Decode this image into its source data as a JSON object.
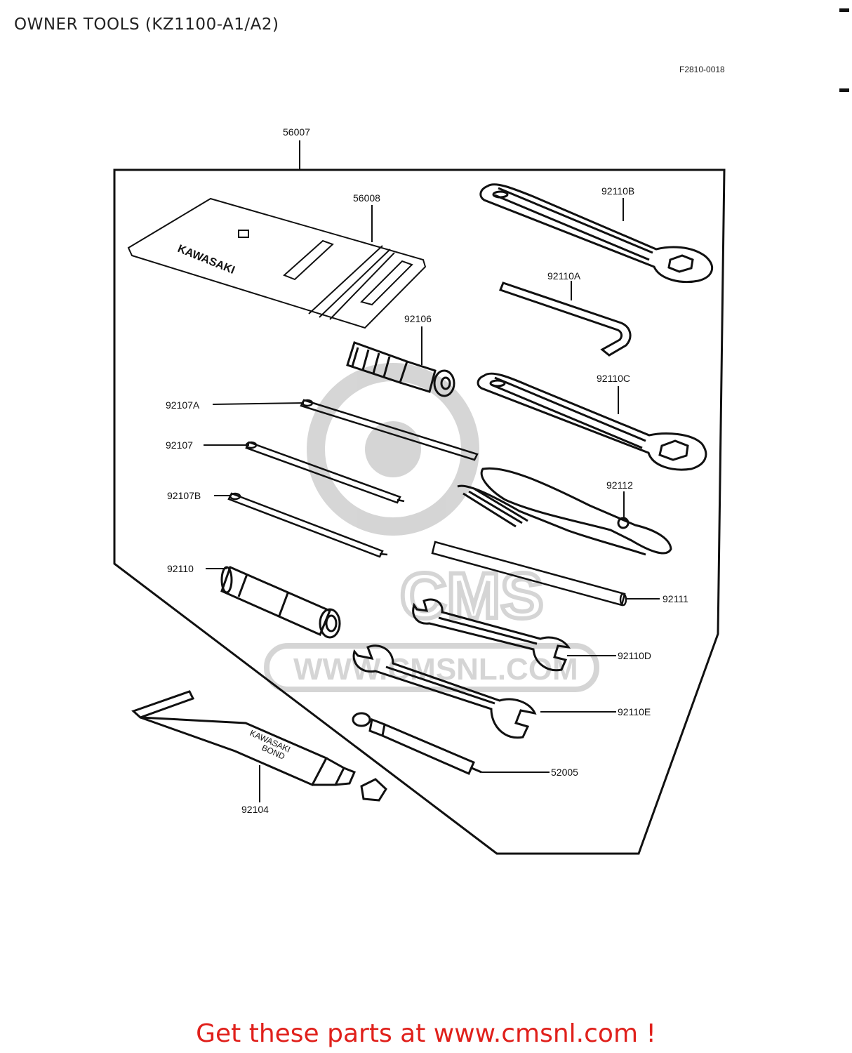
{
  "page": {
    "title": "OWNER TOOLS (KZ1100-A1/A2)",
    "figure_code": "F2810-0018",
    "footer_link": "Get these parts at www.cmsnl.com !",
    "footer_color": "#e0201b"
  },
  "watermark": {
    "lines": [
      "CMS",
      "WWW.CMSNL.COM"
    ]
  },
  "artwork_text": {
    "pouch_brand": "KAWASAKI",
    "tube_label": [
      "KAWASAKI",
      "BOND"
    ]
  },
  "parts": {
    "p56007": "56007",
    "p56008": "56008",
    "p92110B": "92110B",
    "p92110A": "92110A",
    "p92106": "92106",
    "p92110C": "92110C",
    "p92107A": "92107A",
    "p92107": "92107",
    "p92107B": "92107B",
    "p92112": "92112",
    "p92110": "92110",
    "p92111": "92111",
    "p92110D": "92110D",
    "p92110E": "92110E",
    "p52005": "52005",
    "p92104": "92104"
  }
}
